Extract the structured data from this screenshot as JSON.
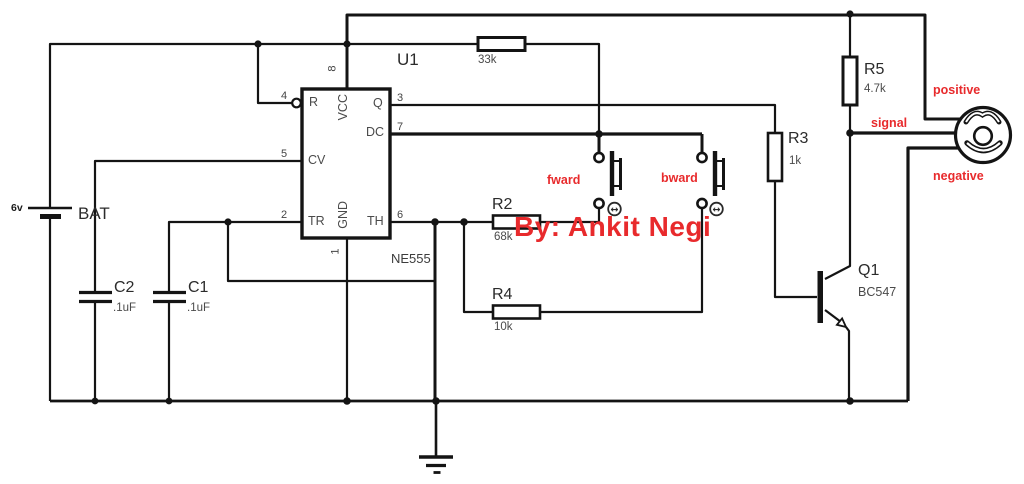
{
  "colors": {
    "accent_red": "#e82a2c",
    "wire_black": "#141414",
    "label_gray": "#4a4a4a"
  },
  "watermark": {
    "credit": "By: Ankit Negi"
  },
  "battery": {
    "ref": "BAT",
    "voltage": "6v"
  },
  "capacitors": {
    "c1": {
      "ref": "C1",
      "value": ".1uF"
    },
    "c2": {
      "ref": "C2",
      "value": ".1uF"
    }
  },
  "ic": {
    "ref": "U1",
    "part": "NE555",
    "pin_labels": {
      "r": "R",
      "vcc": "VCC",
      "q": "Q",
      "dc": "DC",
      "cv": "CV",
      "tr": "TR",
      "gnd": "GND",
      "th": "TH"
    },
    "pin_numbers": {
      "reset": "4",
      "vcc": "8",
      "out": "3",
      "discharge": "7",
      "control": "5",
      "trigger": "2",
      "threshold": "6",
      "ground": "1"
    }
  },
  "resistors": {
    "r_top": {
      "value": "33k"
    },
    "r2": {
      "ref": "R2",
      "value": "68k"
    },
    "r3": {
      "ref": "R3",
      "value": "1k"
    },
    "r4": {
      "ref": "R4",
      "value": "10k"
    },
    "r5": {
      "ref": "R5",
      "value": "4.7k"
    }
  },
  "transistor": {
    "ref": "Q1",
    "part": "BC547"
  },
  "buttons": {
    "forward": {
      "label": "fward"
    },
    "backward": {
      "label": "bward"
    }
  },
  "icons": {
    "drag_handle": "↔"
  },
  "motor": {
    "positive_label": "positive",
    "signal_label": "signal",
    "negative_label": "negative"
  }
}
